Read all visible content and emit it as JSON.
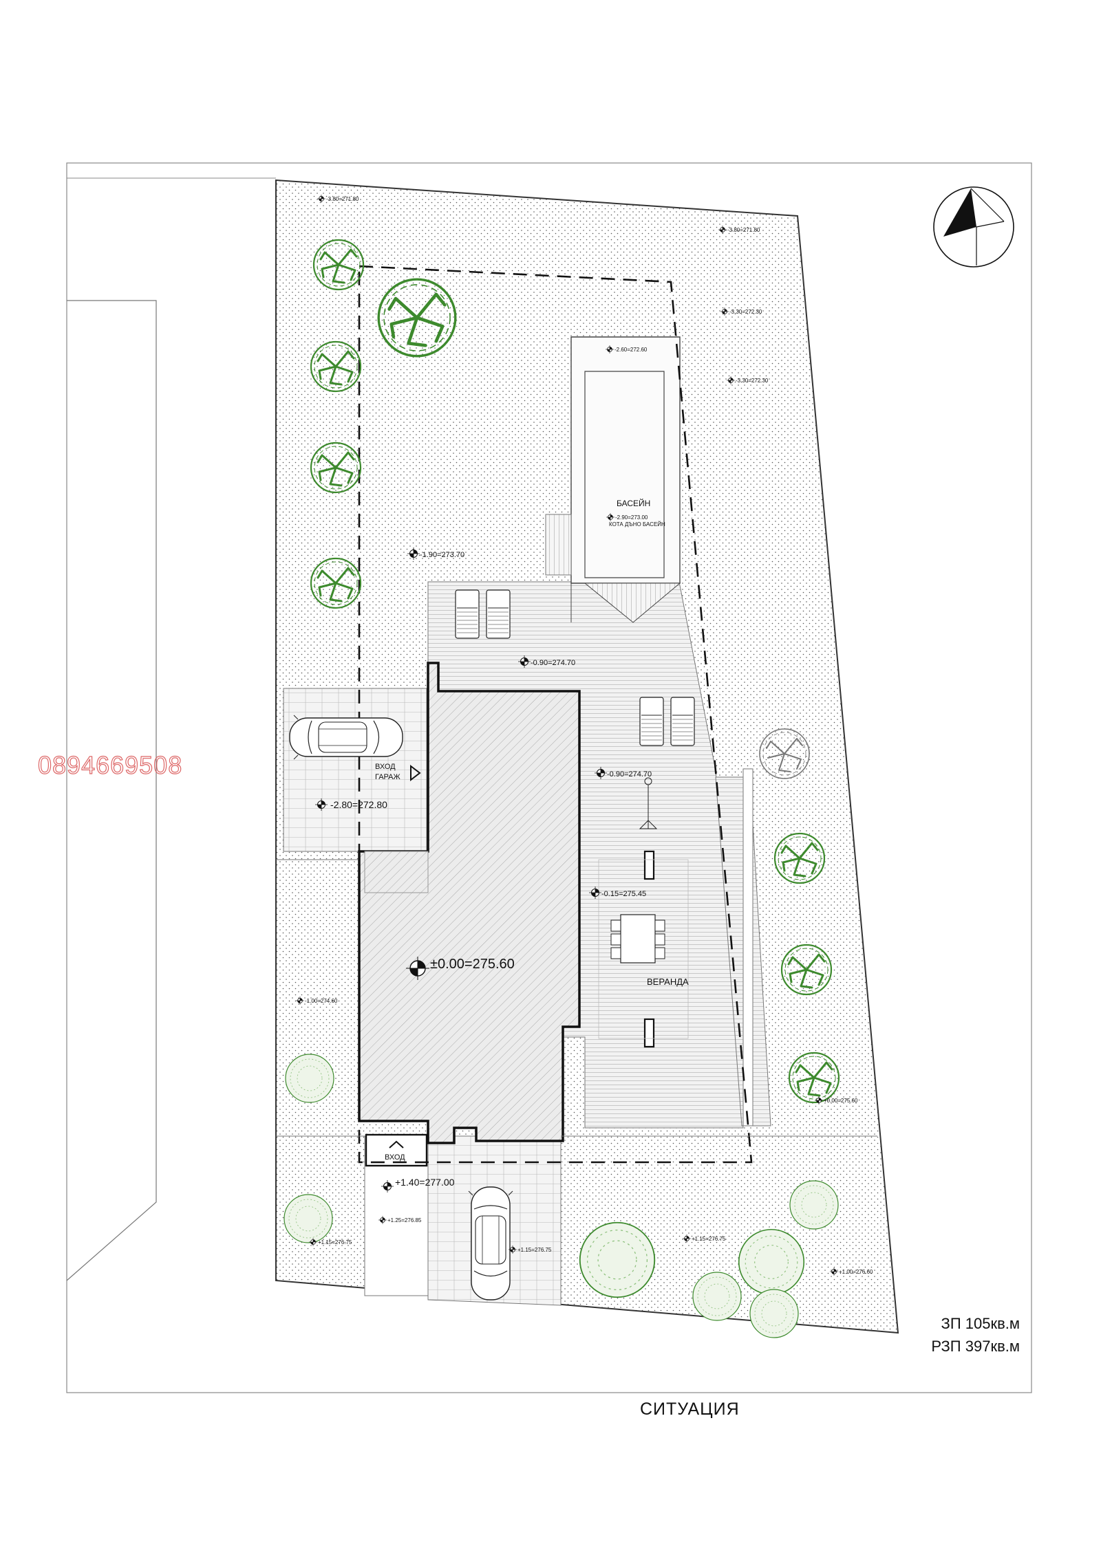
{
  "drawing": {
    "title": "СИТУАЦИЯ",
    "phone_watermark": "0894669508",
    "stats": {
      "built_area": "ЗП 105кв.м",
      "gross_area": "РЗП 397кв.м"
    }
  },
  "labels": {
    "pool": "БАСЕЙН",
    "pool_bottom": "КОТА ДЪНО БАСЕЙН",
    "veranda": "ВЕРАНДА",
    "garage_entry_1": "ВХОД",
    "garage_entry_2": "ГАРАЖ",
    "main_entry": "ВХОД"
  },
  "elevations": {
    "zero": "±0.00=275.60",
    "garage": "-2.80=272.80",
    "terrace_upper": "-0.90=274.70",
    "terrace_lower": "-0.90=274.70",
    "veranda": "-0.15=275.45",
    "entry": "+1.40=277.00",
    "lawn_1": "-1.90=273.70",
    "pool_top": "-2.60=272.60",
    "pool_bottom": "-2.90=273.00",
    "nw_corner": "-3.80=271.80",
    "ne_corner": "-3.80=271.80",
    "east_1": "-3.30=272.30",
    "east_2": "-3.30=272.30",
    "west_mid": "-1.00=274.60",
    "east_low": "+0.00=275.60",
    "south_1": "+1.25=276.85",
    "south_2": "+1.15=276.75",
    "south_3": "+1.15=276.75",
    "south_4": "+1.15=276.75",
    "south_5": "+1.00=276.60"
  },
  "icons": {
    "north_arrow": "north-arrow-icon",
    "elevation_marker": "elevation-marker-icon"
  },
  "colors": {
    "tree_green": "#3d8a2d",
    "line": "#111111",
    "phone": "#d66666"
  }
}
